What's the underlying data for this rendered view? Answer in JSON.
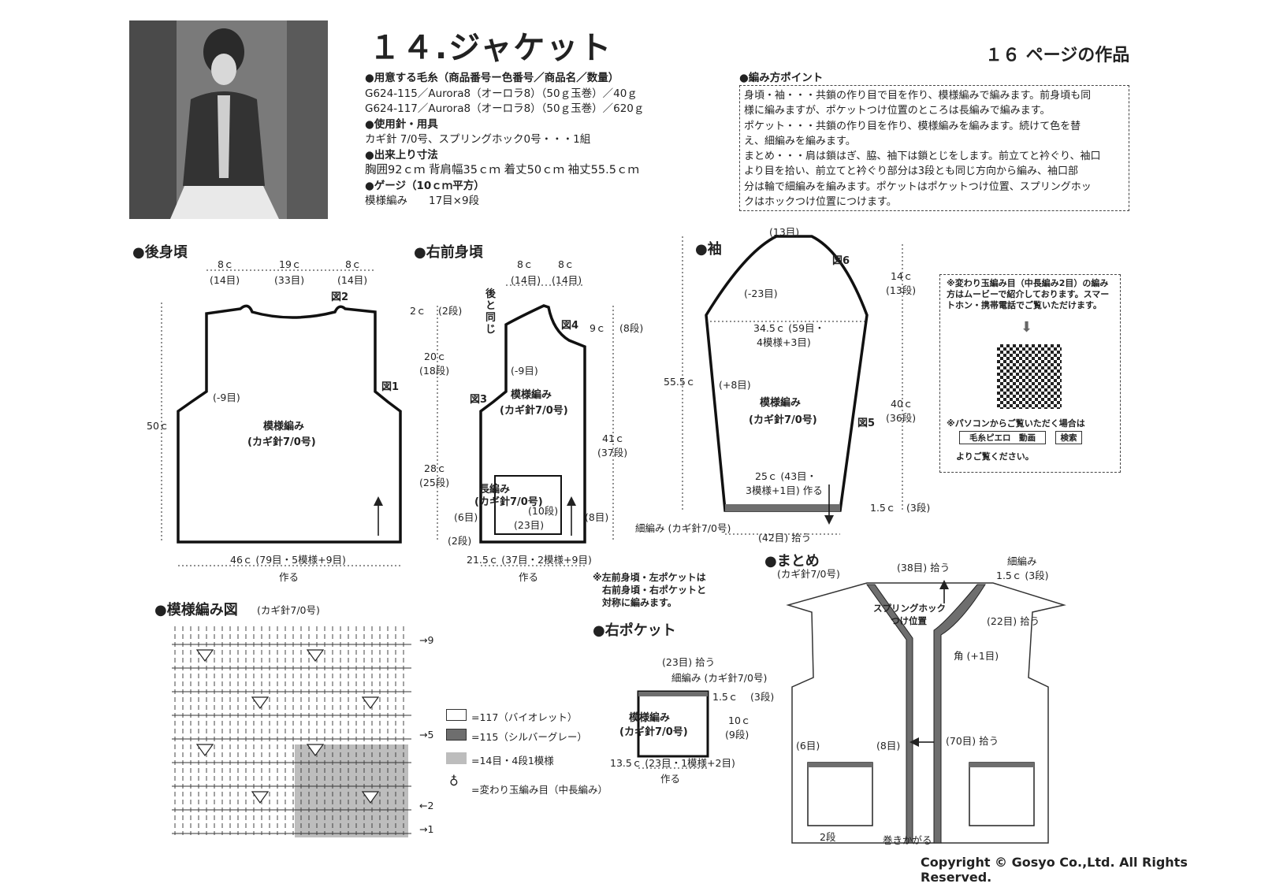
{
  "title": "１４.ジャケット",
  "page_ref": "１６ ページの作品",
  "materials": {
    "yarn_heading": "●用意する毛糸（商品番号ー色番号／商品名／数量）",
    "yarn_1": "G624-115／Aurora8（オーロラ8）（50ｇ玉巻）／40ｇ",
    "yarn_2": "G624-117／Aurora8（オーロラ8）（50ｇ玉巻）／620ｇ",
    "needle_heading": "●使用針・用具",
    "needle": "カギ針 7/0号、スプリングホック0号・・・1組",
    "size_heading": "●出来上り寸法",
    "size": "胸囲92ｃｍ 背肩幅35ｃｍ 着丈50ｃｍ 袖丈55.5ｃｍ",
    "gauge_heading": "●ゲージ（10ｃｍ平方）",
    "gauge": "模様編み　　17目×9段"
  },
  "points": {
    "heading": "●編み方ポイント",
    "body": "身頃・袖・・・共鎖の作り目で目を作り、模様編みで編みます。前身頃も同\n様に編みますが、ポケットつけ位置のところは長編みで編みます。\nポケット・・・共鎖の作り目を作り、模様編みを編みます。続けて色を替\nえ、細編みを編みます。\nまとめ・・・肩は鎖はぎ、脇、袖下は鎖とじをします。前立てと衿ぐり、袖口\nより目を拾い、前立てと衿ぐり部分は3段とも同じ方向から編み、袖口部\n分は輪で細編みを編みます。ポケットはポケットつけ位置、スプリングホッ\nクはホックつけ位置につけます。"
  },
  "back": {
    "heading": "●後身頃",
    "top_left_c": "8ｃ",
    "top_left_m": "(14目)",
    "top_mid_c": "19ｃ",
    "top_mid_m": "(33目)",
    "top_right_c": "8ｃ",
    "top_right_m": "(14目)",
    "fig2": "図2",
    "fig1": "図1",
    "armhole": "(-9目)",
    "height": "50ｃ",
    "stitch": "模様編み",
    "needle": "(カギ針7/0号)",
    "bottom": "46ｃ (79目・5模様+9目)",
    "make": "作る"
  },
  "front": {
    "heading": "●右前身頃",
    "top_left_c": "8ｃ",
    "top_left_m": "(14目)",
    "top_right_c": "8ｃ",
    "top_right_m": "(14目)",
    "same_as_back": "後と同じ",
    "fig4": "図4",
    "fig3": "図3",
    "r_2c": "2ｃ",
    "r_2dan": "(2段)",
    "r_20c": "20ｃ",
    "r_18dan": "(18段)",
    "r_28c": "28ｃ",
    "r_25dan": "(25段)",
    "r_9c": "9ｃ",
    "r_8dan": "(8段)",
    "r_41c": "41ｃ",
    "r_37dan": "(37段)",
    "armhole": "(-9目)",
    "stitch": "模様編み",
    "needle": "(カギ針7/0号)",
    "pocket_stitch": "長編み",
    "pocket_needle": "(カギ針7/0号)",
    "p_6m": "(6目)",
    "p_10dan": "(10段)",
    "p_8m": "(8目)",
    "p_23m": "(23目)",
    "p_2dan": "(2段)",
    "bottom": "21.5ｃ (37目・2模様+9目)",
    "make": "作る",
    "note": "※左前身頃・左ポケットは\n　右前身頃・右ポケットと\n　対称に編みます。"
  },
  "sleeve": {
    "heading": "●袖",
    "top": "(13目)",
    "fig6": "図6",
    "fig5": "図5",
    "cap_dec": "(-23目)",
    "width": "34.5ｃ (59目・",
    "width2": "4模様+3目)",
    "inc": "(+8目)",
    "stitch": "模様編み",
    "needle": "(カギ針7/0号)",
    "cuff_width": "25ｃ (43目・",
    "cuff_width2": "3模様+1目) 作る",
    "cuff_label": "細編み (カギ針7/0号)",
    "cuff_pick": "(42目) 拾う",
    "h_55": "55.5ｃ",
    "h_14c": "14ｃ",
    "h_13dan": "(13段)",
    "h_40c": "40ｃ",
    "h_36dan": "(36段)",
    "h_15c": "1.5ｃ",
    "h_3dan": "(3段)"
  },
  "qr": {
    "text": "※変わり玉編み目（中長編み2目）の編み方はムービーで紹介しております。スマートホン・携帯電話でご覧いただけます。",
    "pc_text": "※パソコンからご覧いただく場合は",
    "search_field": "毛糸ピエロ　動画",
    "search_button": "検索",
    "after": "よりご覧ください。"
  },
  "assembly": {
    "heading": "●まとめ",
    "needle": "(カギ針7/0号)",
    "pick_38": "(38目) 拾う",
    "edge_label": "細編み",
    "edge_size": "1.5ｃ (3段)",
    "hook": "スプリングホック",
    "hook2": "つけ位置",
    "pick_22": "(22目) 拾う",
    "corner": "角 (+1目)",
    "pick_70": "(70目) 拾う",
    "m6": "(6目)",
    "m8": "(8目)",
    "dan2": "2段",
    "whip": "巻きかがる"
  },
  "pattern": {
    "heading": "●模様編み図",
    "needle": "(カギ針7/0号)",
    "row9": "→9",
    "row5": "→5",
    "row2": "←2",
    "row1": "→1",
    "legend_117": "=117（バイオレット）",
    "legend_115": "=115（シルバーグレー）",
    "legend_repeat": "=14目・4段1模様",
    "legend_bobble": "=変わり玉編み目（中長編み）",
    "color_117": "#ffffff",
    "color_115": "#6e6e6e",
    "color_repeat": "#bdbdbd"
  },
  "pocket": {
    "heading": "●右ポケット",
    "pick": "(23目) 拾う",
    "edge": "細編み (カギ針7/0号)",
    "edge_c": "1.5ｃ",
    "edge_dan": "(3段)",
    "stitch": "模様編み",
    "needle": "(カギ針7/0号)",
    "h_c": "10ｃ",
    "h_dan": "(9段)",
    "bottom": "13.5ｃ (23目・1模様+2目)",
    "make": "作る"
  },
  "copyright": "Copyright © Gosyo Co.,Ltd. All Rights Reserved."
}
